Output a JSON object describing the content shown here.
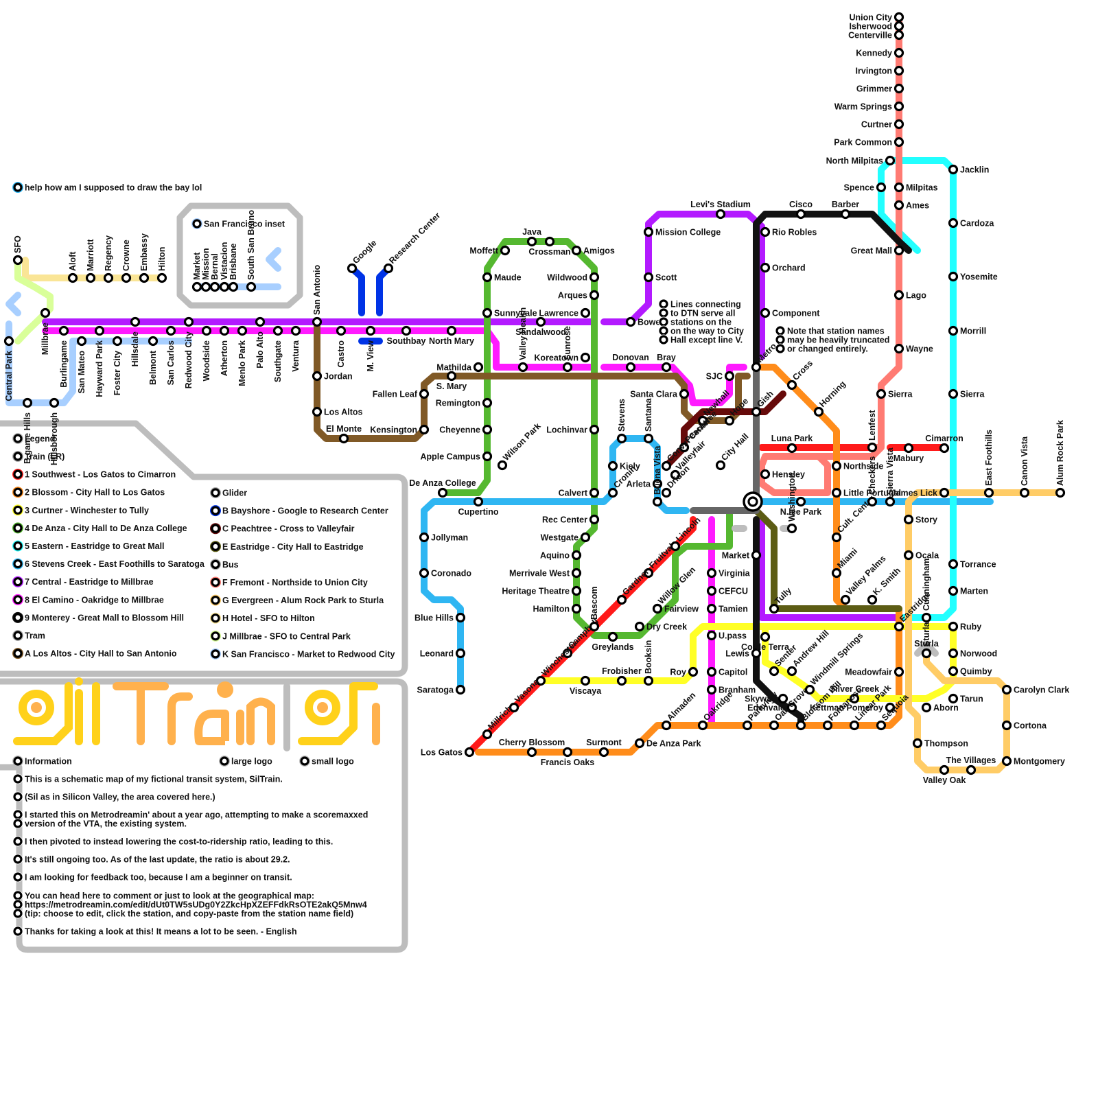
{
  "colors": {
    "line1": "#ff1a1a",
    "line2": "#ff8c1a",
    "line3": "#ffff26",
    "line4": "#55b830",
    "line5": "#22ffff",
    "line6": "#2fb6f2",
    "line7": "#b31aff",
    "line8": "#ff1aff",
    "line9": "#111111",
    "lineA": "#805926",
    "lineB": "#0033e6",
    "lineC": "#660a0a",
    "lineE": "#5c5c14",
    "lineF": "#ff7b73",
    "lineG": "#ffcc66",
    "lineH": "#fae596",
    "lineJ": "#d9ff99",
    "lineK": "#a8cfff",
    "gray": "#bdbdbd",
    "tram": "#666666",
    "logo_yellow": "#ffd11a",
    "logo_orange": "#ffb14d"
  },
  "note_bay": "help how am I supposed to draw the bay lol",
  "inset_title": "San Francisco inset",
  "legend": {
    "title": "Legend",
    "left": [
      {
        "label": "Train (LR)",
        "color": "#aaaaaa"
      },
      {
        "label": "1 Southwest - Los Gatos to Cimarron",
        "color": "#ff1a1a"
      },
      {
        "label": "2 Blossom - City Hall to Los Gatos",
        "color": "#ff8c1a"
      },
      {
        "label": "3 Curtner - Winchester to Tully",
        "color": "#ffff26"
      },
      {
        "label": "4 De Anza - City Hall to De Anza College",
        "color": "#55b830"
      },
      {
        "label": "5 Eastern - Eastridge to Great Mall",
        "color": "#22ffff"
      },
      {
        "label": "6 Stevens Creek - East Foothills to Saratoga",
        "color": "#2fb6f2"
      },
      {
        "label": "7 Central - Eastridge to Millbrae",
        "color": "#b31aff"
      },
      {
        "label": "8 El Camino - Oakridge to Millbrae",
        "color": "#ff1aff"
      },
      {
        "label": "9 Monterey - Great Mall to Blossom Hill",
        "color": "#111111"
      },
      {
        "label": "Tram",
        "color": "#aaaaaa"
      },
      {
        "label": "A Los Altos - City Hall to San Antonio",
        "color": "#805926"
      }
    ],
    "right": [
      {
        "label": "Glider",
        "color": "#aaaaaa"
      },
      {
        "label": "B Bayshore - Google to Research Center",
        "color": "#0033e6"
      },
      {
        "label": "C Peachtree - Cross to Valleyfair",
        "color": "#660a0a"
      },
      {
        "label": "E Eastridge - City Hall to Eastridge",
        "color": "#5c5c14"
      },
      {
        "label": "Bus",
        "color": "#aaaaaa"
      },
      {
        "label": "F Fremont - Northside to Union City",
        "color": "#ff7b73"
      },
      {
        "label": "G Evergreen - Alum Rock Park to Sturla",
        "color": "#ffcc66"
      },
      {
        "label": "H Hotel - SFO to Hilton",
        "color": "#fae596"
      },
      {
        "label": "J Millbrae - SFO to Central Park",
        "color": "#d9ff99"
      },
      {
        "label": "K San Francisco - Market to Redwood City",
        "color": "#a8cfff"
      }
    ]
  },
  "logo": {
    "large": "large logo",
    "small": "small logo"
  },
  "info": [
    "Information",
    "This is a schematic map of my fictional transit system, SilTrain.",
    "(Sil as in Silicon Valley, the area covered here.)",
    "I started this on Metrodreamin' about a year ago, attempting to make a scoremaxxed",
    "version of the VTA, the existing system.",
    "I then pivoted to instead lowering the cost-to-ridership ratio, leading to this.",
    "It's still ongoing too. As of the last update, the ratio is about 29.2.",
    "I am looking for feedback too, because I am a beginner on transit.",
    "You can head here to comment or just to look at the geographical map:",
    "https://metrodreamin.com/edit/dUt0TW5sUDg0Y2ZkcHpXZEFFdkRsOTE2akQ5Mnw4",
    "(tip: choose to edit, click the station, and copy-paste from the station name field)",
    "Thanks for taking a look at this! It means a lot to be seen. - English"
  ],
  "notes": {
    "dtn": [
      "Lines connecting",
      "to DTN serve all",
      "stations on the",
      "on the way to City",
      "Hall except line V."
    ],
    "names": [
      "Note that station names",
      "may be heavily truncated",
      "or changed entirely."
    ]
  },
  "stations": [
    [
      "Union City",
      1310,
      25,
      "l"
    ],
    [
      "Isherwood",
      1310,
      38,
      "l"
    ],
    [
      "Centerville",
      1310,
      51,
      "l"
    ],
    [
      "Kennedy",
      1310,
      77,
      "l"
    ],
    [
      "Irvington",
      1310,
      103,
      "l"
    ],
    [
      "Grimmer",
      1310,
      129,
      "l"
    ],
    [
      "Warm Springs",
      1310,
      155,
      "l"
    ],
    [
      "Curtner",
      1310,
      181,
      "l"
    ],
    [
      "Park Common",
      1310,
      207,
      "l"
    ],
    [
      "North Milpitas",
      1297,
      234,
      "l"
    ],
    [
      "Spence",
      1284,
      273,
      "l"
    ],
    [
      "Milpitas",
      1310,
      273,
      "r"
    ],
    [
      "Ames",
      1310,
      299,
      "r"
    ],
    [
      "Great Mall",
      1310,
      365,
      "l"
    ],
    [
      "Lago",
      1310,
      430,
      "r"
    ],
    [
      "Wayne",
      1310,
      508,
      "r"
    ],
    [
      "Sierra",
      1284,
      574,
      "r"
    ],
    [
      "Jacklin",
      1389,
      247,
      "r"
    ],
    [
      "Cardoza",
      1389,
      325,
      "r"
    ],
    [
      "Yosemite",
      1389,
      403,
      "r"
    ],
    [
      "Morrill",
      1389,
      482,
      "r"
    ],
    [
      "Sierra",
      1389,
      574,
      "r"
    ],
    [
      "Cimarron",
      1376,
      653,
      "a"
    ],
    [
      "Mabury",
      1324,
      653,
      "b"
    ],
    [
      "Torrance",
      1389,
      822,
      "r"
    ],
    [
      "Marten",
      1389,
      861,
      "r"
    ],
    [
      "Ruby",
      1389,
      913,
      "r"
    ],
    [
      "Norwood",
      1389,
      952,
      "r"
    ],
    [
      "Quimby",
      1389,
      978,
      "r"
    ],
    [
      "Tarun",
      1389,
      1018,
      "r"
    ],
    [
      "Carolyn Clark",
      1467,
      1005,
      "r"
    ],
    [
      "Cortona",
      1467,
      1057,
      "r"
    ],
    [
      "Montgomery",
      1467,
      1109,
      "r"
    ],
    [
      "The Villages",
      1415,
      1122,
      "a"
    ],
    [
      "Valley Oak",
      1376,
      1122,
      "b"
    ],
    [
      "Thompson",
      1337,
      1083,
      "r"
    ],
    [
      "Aborn",
      1350,
      1031,
      "r"
    ],
    [
      "Story",
      1324,
      757,
      "r"
    ],
    [
      "Ocala",
      1324,
      809,
      "r"
    ],
    [
      "James Lick",
      1376,
      718,
      "l"
    ],
    [
      "Levi's Stadium",
      1050,
      312,
      "a"
    ],
    [
      "Cisco",
      1167,
      312,
      "a"
    ],
    [
      "Barber",
      1232,
      312,
      "a"
    ],
    [
      "Rio Robles",
      1115,
      338,
      "r"
    ],
    [
      "Orchard",
      1115,
      390,
      "r"
    ],
    [
      "Component",
      1115,
      456,
      "r"
    ],
    [
      "Mission College",
      945,
      338,
      "r"
    ],
    [
      "Scott",
      945,
      404,
      "r"
    ],
    [
      "Bowers",
      919,
      469,
      "r"
    ],
    [
      "Java",
      775,
      352,
      "a"
    ],
    [
      "Moffett",
      736,
      365,
      "l"
    ],
    [
      "Crossman",
      801,
      352,
      "b"
    ],
    [
      "Amigos",
      840,
      365,
      "r"
    ],
    [
      "Maude",
      710,
      404,
      "r"
    ],
    [
      "Wildwood",
      866,
      404,
      "l"
    ],
    [
      "Arques",
      866,
      430,
      "l"
    ],
    [
      "Sunnyvale",
      710,
      456,
      "r"
    ],
    [
      "Lawrence",
      853,
      456,
      "l"
    ],
    [
      "Sandalwood",
      788,
      469,
      "b"
    ],
    [
      "Southbay",
      592,
      482,
      "b"
    ],
    [
      "North Mary",
      658,
      482,
      "b"
    ],
    [
      "Mathilda",
      697,
      535,
      "l"
    ],
    [
      "S. Mary",
      658,
      548,
      "b"
    ],
    [
      "Koreatown",
      853,
      521,
      "l"
    ],
    [
      "Donovan",
      919,
      535,
      "a"
    ],
    [
      "Bray",
      971,
      535,
      "a"
    ],
    [
      "SJC",
      1063,
      548,
      "l"
    ],
    [
      "Santa Clara",
      997,
      574,
      "l"
    ],
    [
      "Fallen Leaf",
      618,
      574,
      "l"
    ],
    [
      "Remington",
      710,
      587,
      "l"
    ],
    [
      "Cheyenne",
      710,
      626,
      "l"
    ],
    [
      "Kensington",
      618,
      626,
      "l"
    ],
    [
      "Lochinvar",
      866,
      626,
      "l"
    ],
    [
      "Apple Campus",
      710,
      665,
      "l"
    ],
    [
      "Los Altos",
      462,
      600,
      "r"
    ],
    [
      "Jordan",
      462,
      548,
      "r"
    ],
    [
      "El Monte",
      501,
      639,
      "a"
    ],
    [
      "De Anza College",
      645,
      718,
      "a"
    ],
    [
      "Cupertino",
      697,
      731,
      "b"
    ],
    [
      "Calvert",
      866,
      718,
      "l"
    ],
    [
      "Rec Center",
      866,
      757,
      "l"
    ],
    [
      "Westgate",
      853,
      783,
      "l"
    ],
    [
      "Aquino",
      840,
      809,
      "l"
    ],
    [
      "Merrivale West",
      840,
      835,
      "l"
    ],
    [
      "Heritage Theatre",
      840,
      861,
      "l"
    ],
    [
      "Hamilton",
      840,
      887,
      "l"
    ],
    [
      "Greylands",
      893,
      928,
      "b"
    ],
    [
      "Dry Creek",
      932,
      913,
      "r"
    ],
    [
      "Fairview",
      958,
      887,
      "r"
    ],
    [
      "Kiely",
      893,
      679,
      "r"
    ],
    [
      "Arleta",
      958,
      705,
      "l"
    ],
    [
      "Jollyman",
      618,
      783,
      "r"
    ],
    [
      "Coronado",
      618,
      835,
      "r"
    ],
    [
      "Blue Hills",
      671,
      900,
      "l"
    ],
    [
      "Leonard",
      671,
      952,
      "l"
    ],
    [
      "Saratoga",
      671,
      1005,
      "l"
    ],
    [
      "Viscaya",
      853,
      992,
      "b"
    ],
    [
      "Frobisher",
      906,
      992,
      "a"
    ],
    [
      "Roy",
      1010,
      979,
      "l"
    ],
    [
      "U.pass",
      1037,
      926,
      "r"
    ],
    [
      "Lewis",
      1102,
      952,
      "l"
    ],
    [
      "Capitol",
      1037,
      979,
      "r"
    ],
    [
      "Branham",
      1037,
      1005,
      "r"
    ],
    [
      "Market",
      1102,
      809,
      "l"
    ],
    [
      "Virginia",
      1037,
      835,
      "r"
    ],
    [
      "CEFCU",
      1037,
      861,
      "r"
    ],
    [
      "Tamien",
      1037,
      887,
      "r"
    ],
    [
      "Corde Terra",
      1115,
      928,
      "b"
    ],
    [
      "Meadowfair",
      1310,
      979,
      "l"
    ],
    [
      "Silver Creek",
      1245,
      1018,
      "a"
    ],
    [
      "Kettman Pomeroy",
      1297,
      1031,
      "l"
    ],
    [
      "Skyway",
      1141,
      1018,
      "l"
    ],
    [
      "Edenvale",
      1154,
      1031,
      "l"
    ],
    [
      "Cherry Blossom",
      775,
      1096,
      "a"
    ],
    [
      "Surmont",
      880,
      1096,
      "a"
    ],
    [
      "Francis Oaks",
      827,
      1096,
      "b"
    ],
    [
      "De Anza Park",
      932,
      1083,
      "r"
    ],
    [
      "Los Gatos",
      684,
      1096,
      "l"
    ],
    [
      "Hensley",
      1115,
      691,
      "r"
    ],
    [
      "Luna Park",
      1154,
      653,
      "a"
    ],
    [
      "Northside",
      1219,
      679,
      "r"
    ],
    [
      "Little Portugal",
      1219,
      718,
      "r"
    ],
    [
      "N.lee Park",
      1167,
      731,
      "b"
    ],
    [
      "Sturla",
      1350,
      952,
      "a"
    ],
    [
      "Research Center",
      0,
      0,
      "x"
    ]
  ]
}
